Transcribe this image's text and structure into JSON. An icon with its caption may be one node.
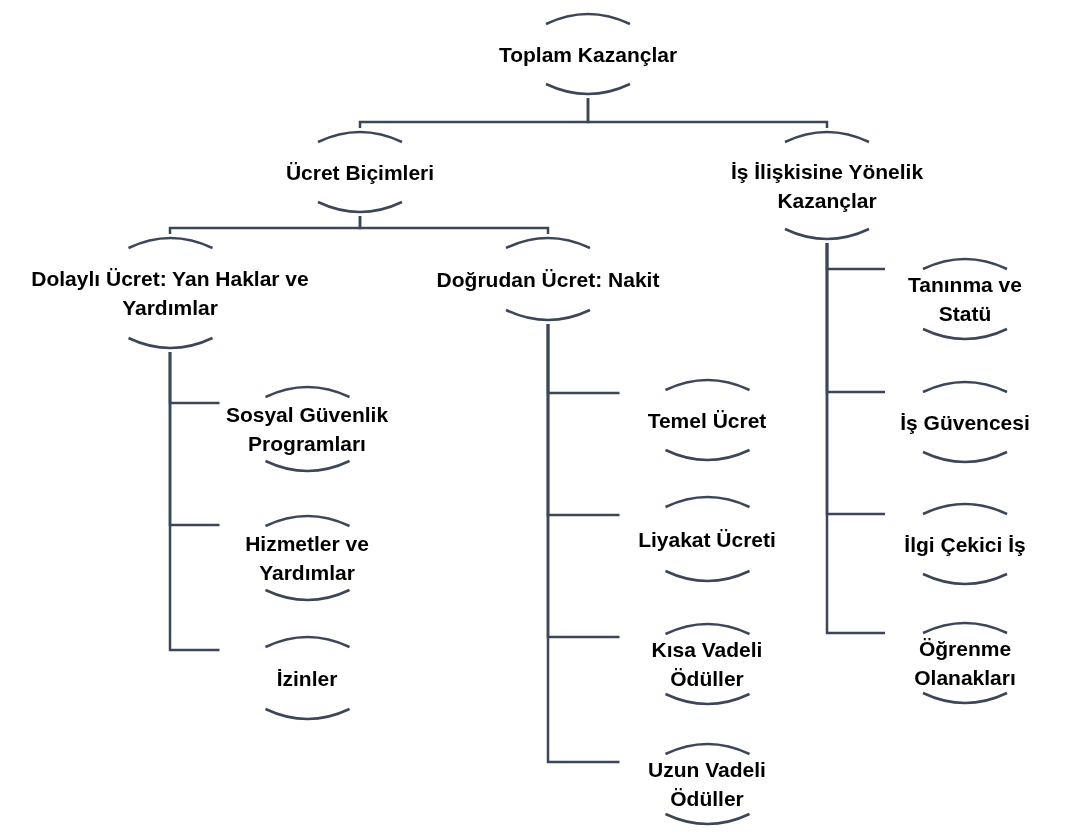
{
  "diagram": {
    "nodes": [
      {
        "text": [
          "Toplam Kazançlar"
        ]
      },
      {
        "text": [
          "Ücret Biçimleri"
        ]
      },
      {
        "text": [
          "İş İlişkisine Yönelik Kazançlar"
        ]
      },
      {
        "text": [
          "Dolaylı Ücret: Yan Haklar ve Yardımlar"
        ]
      },
      {
        "text": [
          "Doğrudan Ücret: Nakit"
        ]
      },
      {
        "text": [
          "Sosyal Güvenlik Programları"
        ]
      },
      {
        "text": [
          "Hizmetler ve Yardımlar"
        ]
      },
      {
        "text": [
          "İzinler"
        ]
      },
      {
        "text": [
          "Temel Ücret"
        ]
      },
      {
        "text": [
          "Liyakat Ücreti"
        ]
      },
      {
        "text": [
          "Kısa Vadeli Ödüller"
        ]
      },
      {
        "text": [
          "Uzun Vadeli Ödüller"
        ]
      },
      {
        "text": [
          "Tanınma ve Statü"
        ]
      },
      {
        "text": [
          "İş Güvencesi"
        ]
      },
      {
        "text": [
          "İlgi Çekici İş"
        ]
      },
      {
        "text": [
          "Öğrenme Olanakları"
        ]
      }
    ],
    "edges": [
      {
        "from": 0,
        "to": 1,
        "arrow": "none"
      },
      {
        "from": 0,
        "to": 2,
        "arrow": "none"
      },
      {
        "from": 1,
        "to": 3,
        "arrow": "none"
      },
      {
        "from": 1,
        "to": 4,
        "arrow": "none"
      },
      {
        "from": 3,
        "to": 5,
        "arrow": "none"
      },
      {
        "from": 3,
        "to": 6,
        "arrow": "none"
      },
      {
        "from": 3,
        "to": 7,
        "arrow": "none"
      },
      {
        "from": 4,
        "to": 8,
        "arrow": "none"
      },
      {
        "from": 4,
        "to": 9,
        "arrow": "none"
      },
      {
        "from": 4,
        "to": 10,
        "arrow": "none"
      },
      {
        "from": 4,
        "to": 11,
        "arrow": "none"
      },
      {
        "from": 2,
        "to": 12,
        "arrow": "none"
      },
      {
        "from": 2,
        "to": 13,
        "arrow": "none"
      },
      {
        "from": 2,
        "to": 14,
        "arrow": "none"
      },
      {
        "from": 2,
        "to": 15,
        "arrow": "none"
      }
    ]
  }
}
